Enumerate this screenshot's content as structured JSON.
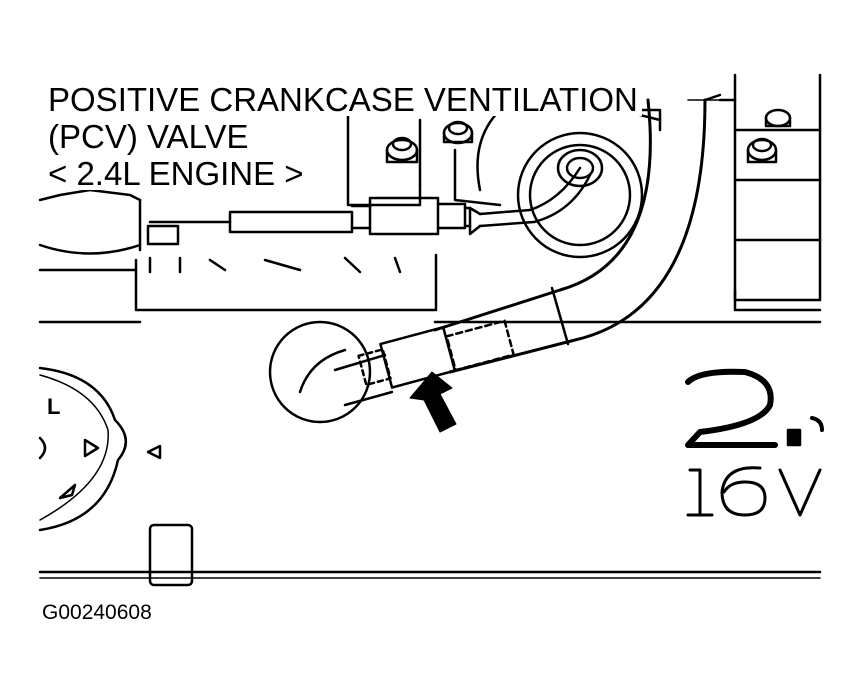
{
  "callout": {
    "line1": "POSITIVE CRANKCASE VENTILATION",
    "line2": "(PCV) VALVE",
    "line3": "< 2.4L ENGINE >"
  },
  "engine_cover_text": {
    "displacement": "2.",
    "valves": "16 V"
  },
  "oil_cap_letter": "L",
  "figure_id": "G00240608",
  "colors": {
    "ink": "#000000",
    "paper": "#ffffff"
  }
}
